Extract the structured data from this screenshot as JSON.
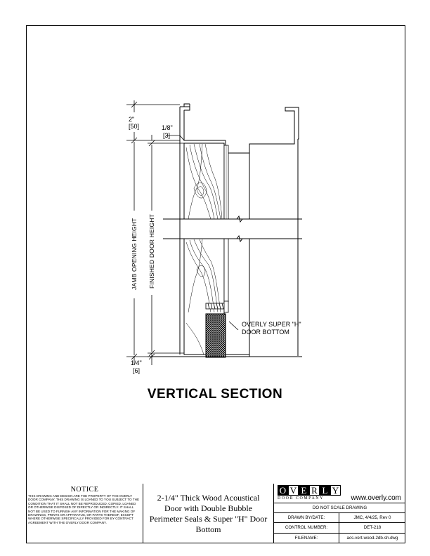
{
  "dimensions": {
    "top_gap": "2\"",
    "top_gap_metric": "[50]",
    "head_clearance": "1/8\"",
    "head_clearance_metric": "[3]",
    "bottom_gap": "1/4\"",
    "bottom_gap_metric": "[6]",
    "jamb_label": "JAMB OPENING HEIGHT",
    "door_label": "FINISHED DOOR HEIGHT"
  },
  "callout": {
    "line1": "OVERLY SUPER \"H\"",
    "line2": "DOOR BOTTOM"
  },
  "section_title": "VERTICAL SECTION",
  "title_block": {
    "notice_heading": "NOTICE",
    "notice_body": "THIS DRAWING AND DESIGN ARE THE PROPERTY OF THE OVERLY DOOR COMPANY. THIS DRAWING IS LOANED TO YOU SUBJECT TO THE CONDITION THAT IT SHALL NOT BE REPRODUCED, COPIED, LOANED OR OTHERWISE DISPOSED OF DIRECTLY OR INDIRECTLY. IT SHALL NOT BE USED TO FURNISH ANY INFORMATION FOR THE MAKING OF DRAWINGS, PRINTS OR APPARATUS, OR PARTS THEREOF, EXCEPT WHERE OTHERWISE SPECIFICALLY PROVIDED FOR BY CONTRACT AGREEMENT WITH THE OVERLY DOOR COMPANY.",
    "drawing_title": "2-1/4\" Thick Wood Acoustical Door with Double Bubble Perimeter Seals & Super \"H\" Door Bottom",
    "logo_letters": [
      "O",
      "V",
      "E",
      "R",
      "L",
      "Y"
    ],
    "logo_sub": "DOOR COMPANY",
    "website": "www.overly.com",
    "do_not_scale": "DO NOT SCALE DRAWING",
    "drawn_by_label": "DRAWN BY/DATE:",
    "drawn_by_value": "JMC, 4/4/25, Rev 0",
    "control_label": "CONTROL NUMBER:",
    "control_value": "DET-218",
    "filename_label": "FILENAME:",
    "filename_value": "acs-vert-wood-2db-sh.dwg"
  }
}
